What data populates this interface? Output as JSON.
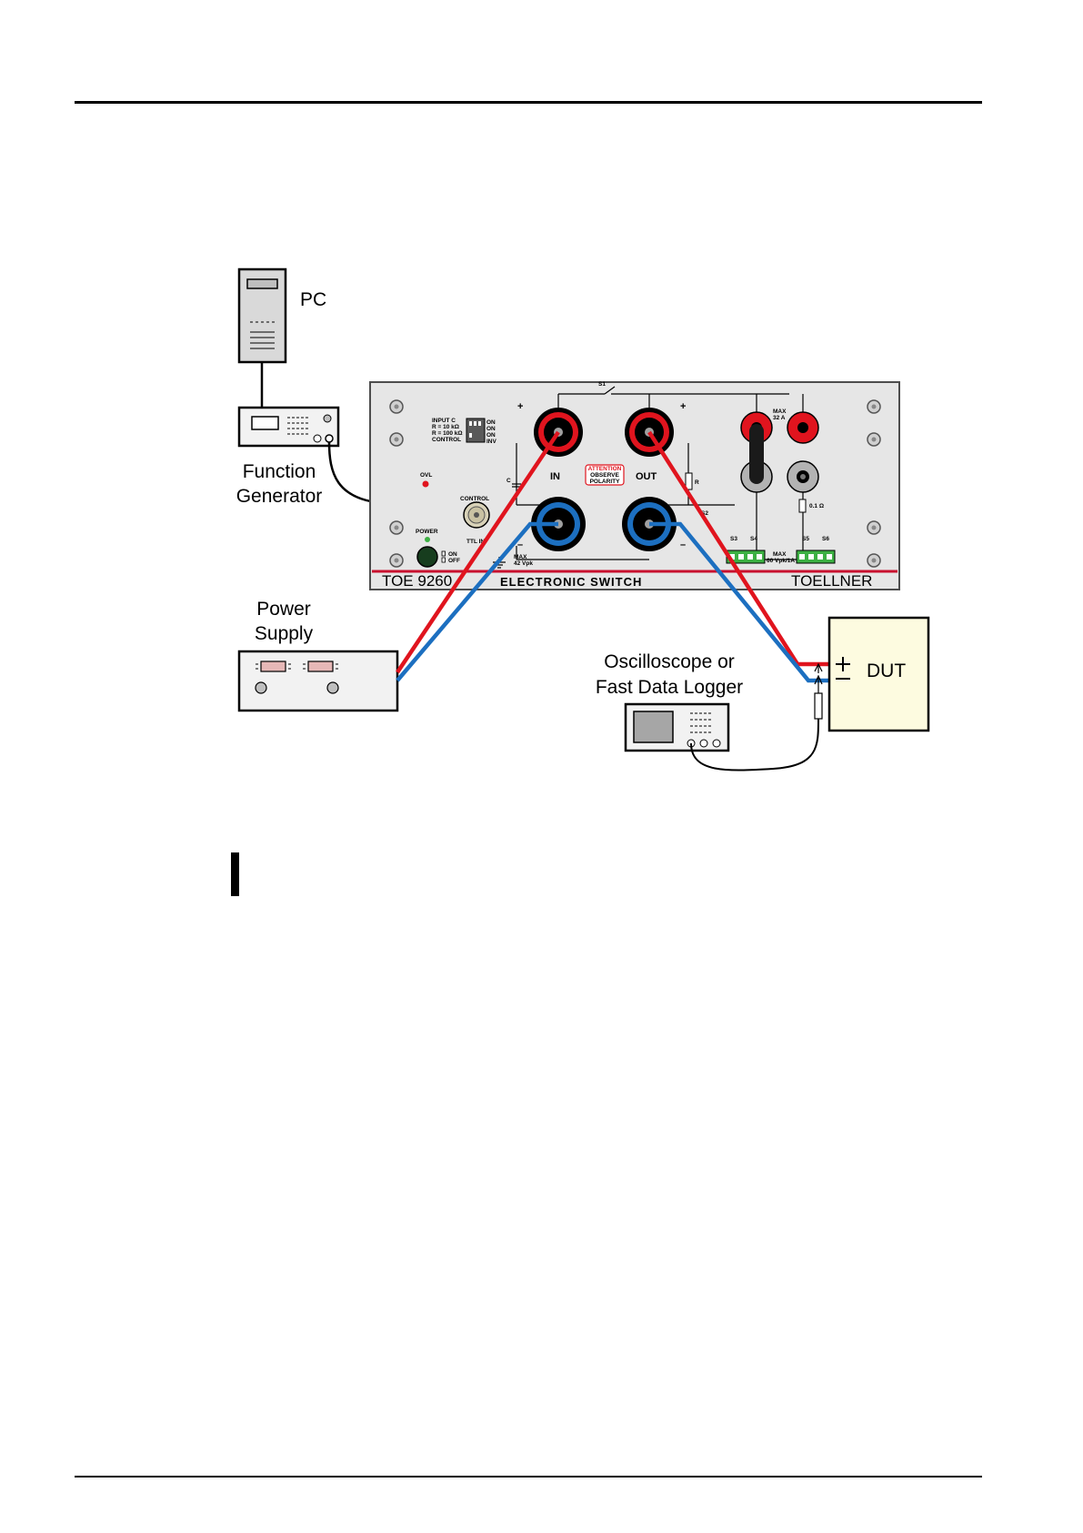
{
  "labels": {
    "pc": "PC",
    "function_generator": [
      "Function",
      "Generator"
    ],
    "power_supply": [
      "Power",
      "Supply"
    ],
    "oscilloscope": [
      "Oscilloscope or",
      "Fast Data Logger"
    ],
    "dut": "DUT"
  },
  "panel": {
    "model": "TOE 9260",
    "name": "ELECTRONIC SWITCH",
    "brand": "TOELLNER",
    "in_label": "IN",
    "out_label": "OUT",
    "attention": [
      "ATTENTION",
      "OBSERVE",
      "POLARITY"
    ],
    "s1": "S1",
    "s2": "S2",
    "c": "C",
    "r": "R",
    "ovl": "OVL",
    "control": "CONTROL",
    "ttl_in": "TTL IN",
    "power": "POWER",
    "on": "ON",
    "off": "OFF",
    "max_32a": [
      "MAX",
      "32 A"
    ],
    "shunt": "0.1 Ω",
    "max_42": [
      "MAX",
      "42 Vpk"
    ],
    "max_60": [
      "MAX",
      "60 Vpk/1A"
    ],
    "s3": "S3",
    "s4": "S4",
    "s5": "S5",
    "s6": "S6",
    "dip_labels": [
      "INPUT C",
      "R = 10 kΩ",
      "R = 100 kΩ",
      "CONTROL"
    ],
    "dip_states": [
      "ON",
      "ON",
      "ON",
      "INV"
    ],
    "plus": "+",
    "minus": "–"
  },
  "colors": {
    "positive_wire": "#e0141e",
    "negative_wire": "#1c6fc0",
    "panel_bg": "#e6e6e6",
    "dut_bg": "#fdfbe0",
    "panel_stripe": "#c8102e"
  }
}
